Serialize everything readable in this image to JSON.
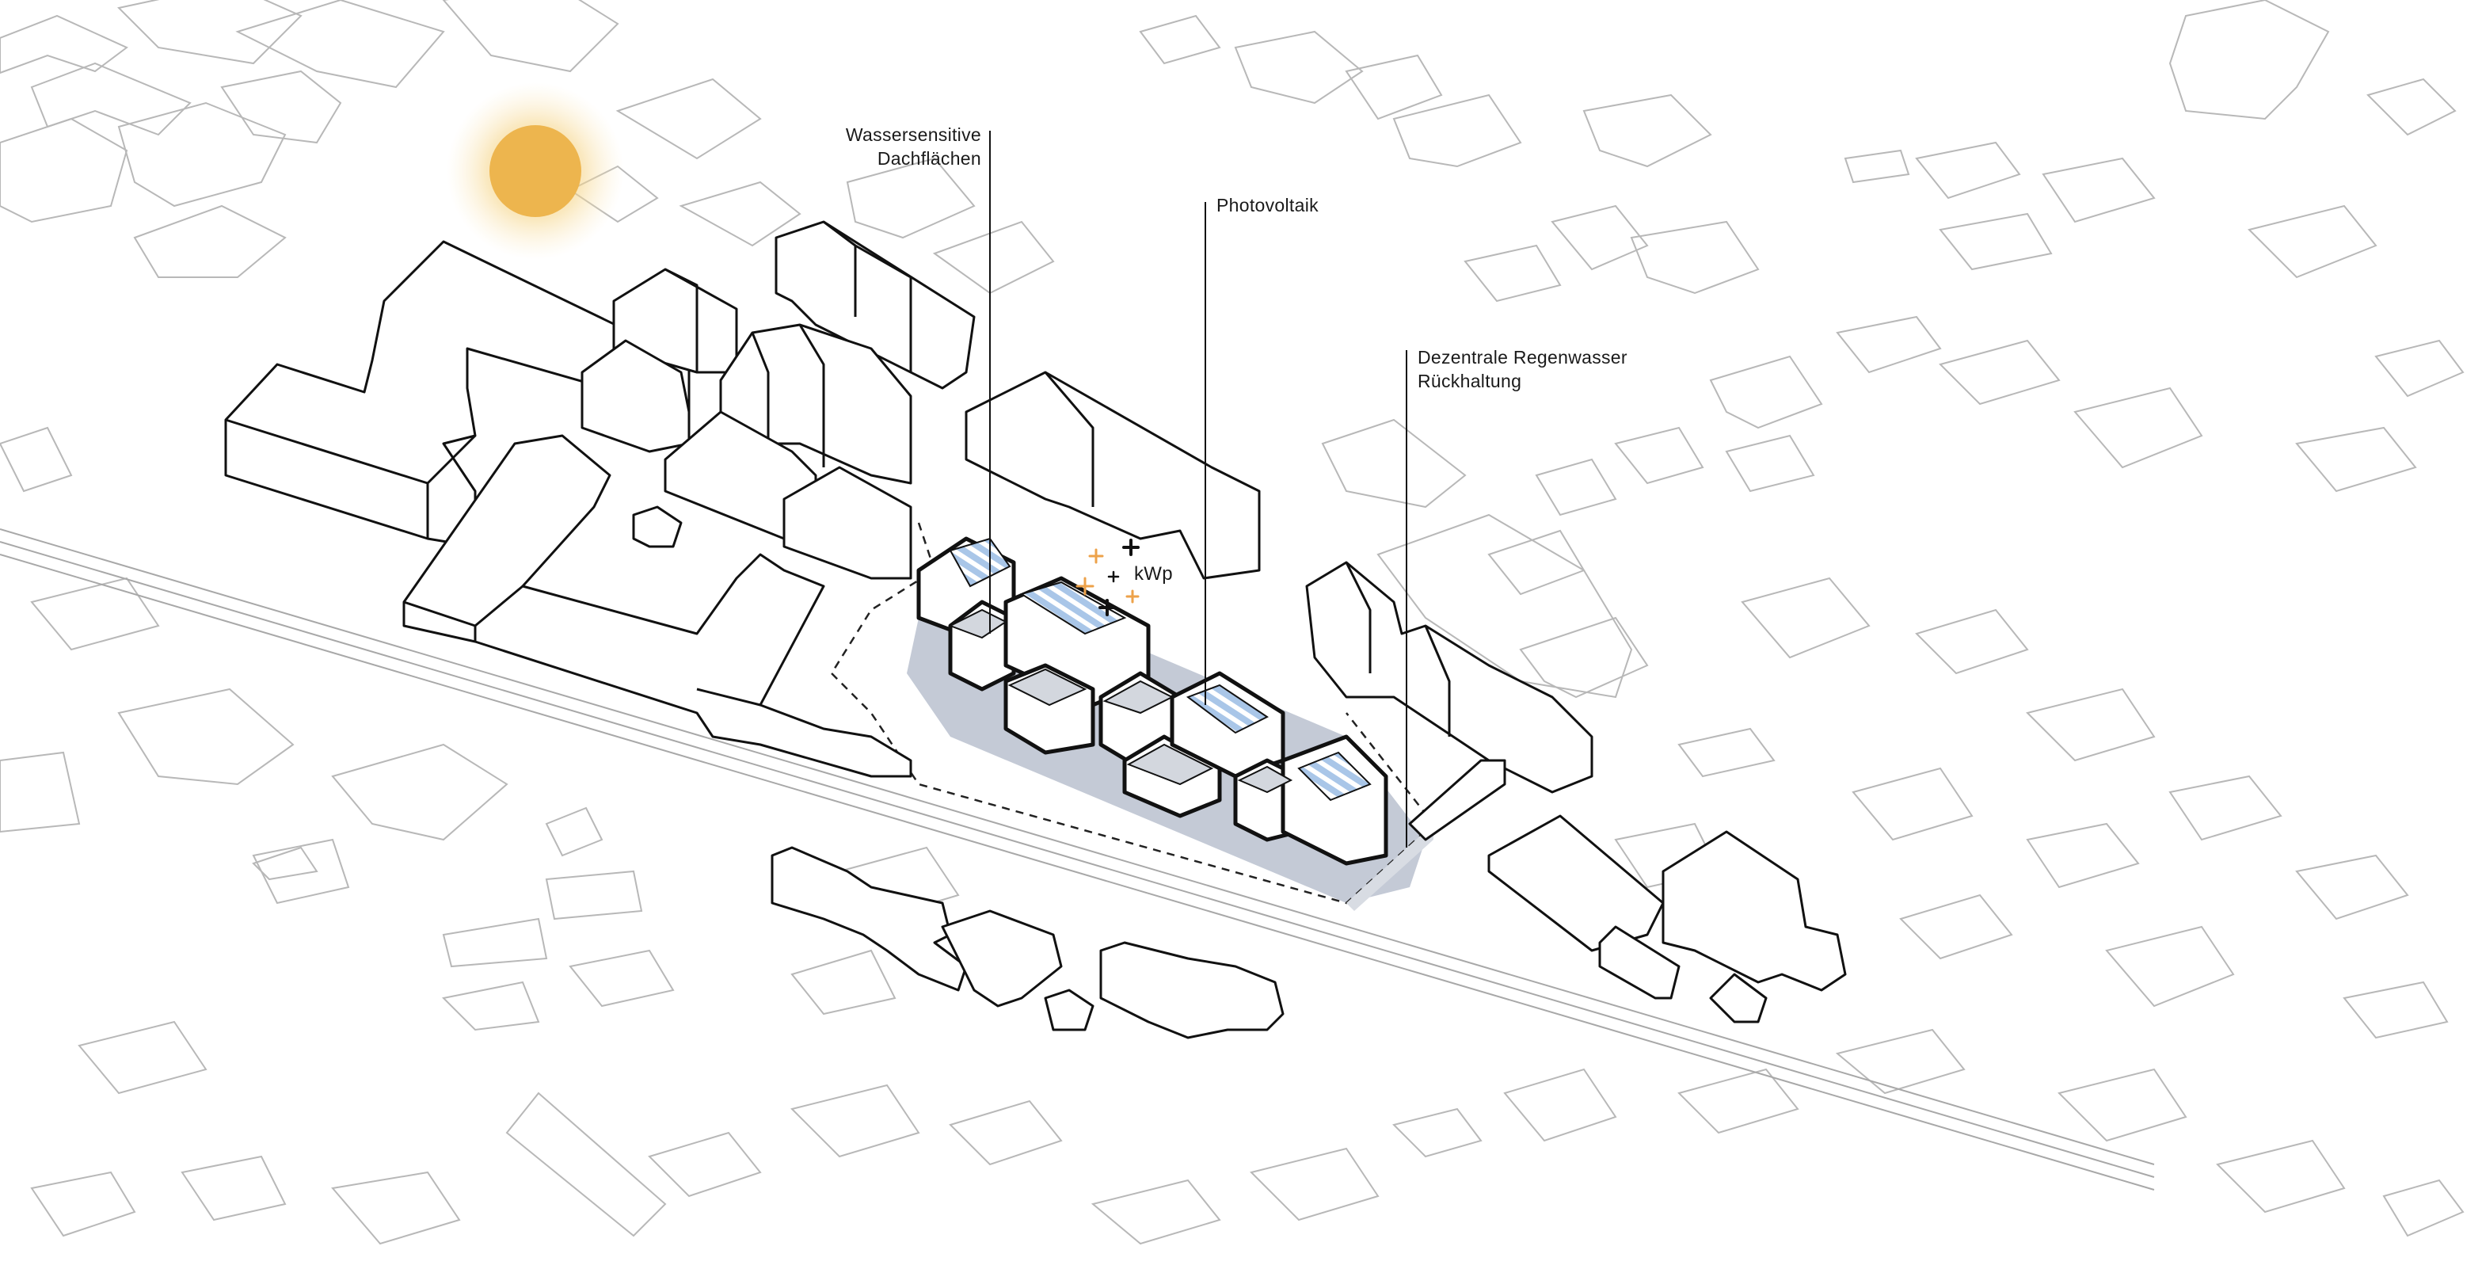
{
  "labels": {
    "water_roofs": [
      "Wassersensitive",
      "Dachflächen"
    ],
    "photovoltaic": "Photovoltaik",
    "rainwater": [
      "Dezentrale Regenwasser",
      "Rückhaltung"
    ],
    "kwp": "kWp"
  },
  "colors": {
    "sun": "#EDB54E",
    "sun_glow": "#F6D68B",
    "pv_panel": "#A9C6E8",
    "site_shadow": "#C4CAD6",
    "roof_fill": "#D3D7DE",
    "spark": "#EDA24A",
    "outline": "#111111",
    "context_line": "#B8B8B8"
  }
}
